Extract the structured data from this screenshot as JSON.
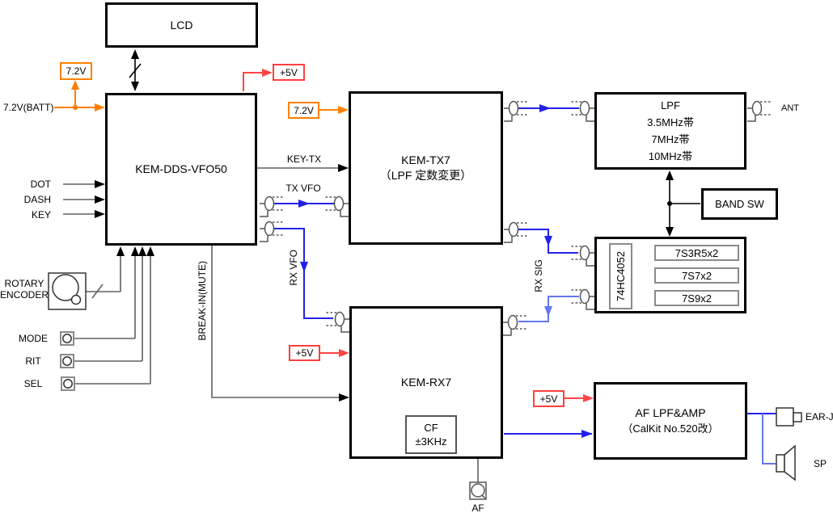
{
  "diagram": {
    "blocks": {
      "lcd": {
        "label": "LCD"
      },
      "dds": {
        "label": "KEM-DDS-VFO50"
      },
      "tx7": {
        "label": "KEM-TX7",
        "sublabel": "（LPF 定数変更）"
      },
      "lpf": {
        "label": "LPF",
        "bands": [
          "3.5MHz帯",
          "7MHz帯",
          "10MHz帯"
        ]
      },
      "band_sw": {
        "label": "BAND SW"
      },
      "mux": {
        "label": "74HC4052",
        "filters": [
          "7S3R5x2",
          "7S7x2",
          "7S9x2"
        ]
      },
      "rx7": {
        "label": "KEM-RX7",
        "cf_label": "CF",
        "cf_value": "±3KHz"
      },
      "af_amp": {
        "label": "AF LPF&AMP",
        "sublabel": "（CalKit No.520改）"
      }
    },
    "power": {
      "v72_top": "7.2V",
      "batt": "7.2V(BATT)",
      "v5_top": "+5V",
      "v72_tx": "7.2V",
      "v5_rx": "+5V",
      "v5_af": "+5V"
    },
    "inputs": {
      "dot": "DOT",
      "dash": "DASH",
      "key": "KEY",
      "rotary": "ROTARY ENCODER",
      "mode": "MODE",
      "rit": "RIT",
      "sel": "SEL"
    },
    "signals": {
      "key_tx": "KEY-TX",
      "tx_vfo": "TX VFO",
      "rx_vfo": "RX VFO",
      "rx_sig": "RX SIG",
      "break_in": "BREAK-IN(MUTE)"
    },
    "io": {
      "ant": "ANT",
      "ear_j": "EAR-J",
      "sp": "SP",
      "af": "AF"
    },
    "colors": {
      "orange": "#FF8000",
      "red": "#FF4040",
      "blue": "#2222EE",
      "blue_light": "#6677EE",
      "gray": "#606060"
    }
  }
}
